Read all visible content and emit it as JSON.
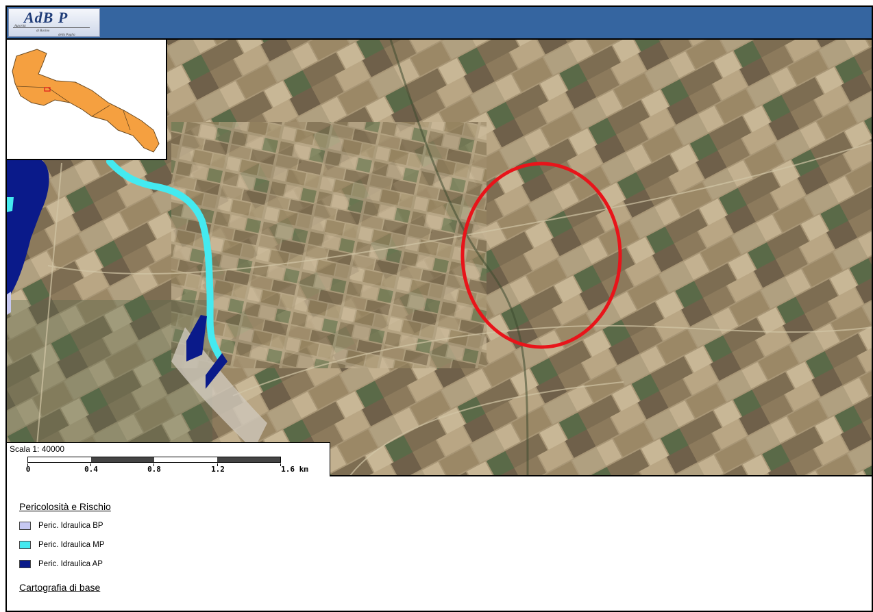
{
  "header": {
    "logo_text": "AdB P",
    "logo_sub_1": "Autorità",
    "logo_sub_2": "di Bacino",
    "logo_sub_3": "della Puglia",
    "band_color": "#3565a0"
  },
  "inset": {
    "region_color": "#f5a040",
    "study_area_marker_color": "#e0201c",
    "icon": "region-locator-map-icon"
  },
  "map": {
    "highlight_ellipse_color": "#e8141a",
    "hazard_mp_color": "#44eaf0",
    "hazard_ap_color": "#0a1a8a",
    "hazard_bp_color": "#c6c8f2"
  },
  "scale": {
    "label": "Scala 1: 40000",
    "ticks": [
      "0",
      "0.4",
      "0.8",
      "1.2",
      "1.6 km"
    ]
  },
  "legend": {
    "title": "Pericolosità e Rischio",
    "items": [
      {
        "label": "Peric. Idraulica BP",
        "color": "#c6c8f2"
      },
      {
        "label": "Peric. Idraulica MP",
        "color": "#44eaf0"
      },
      {
        "label": "Peric. Idraulica AP",
        "color": "#0a1a8a"
      }
    ],
    "section_2_title": "Cartografia di base"
  }
}
